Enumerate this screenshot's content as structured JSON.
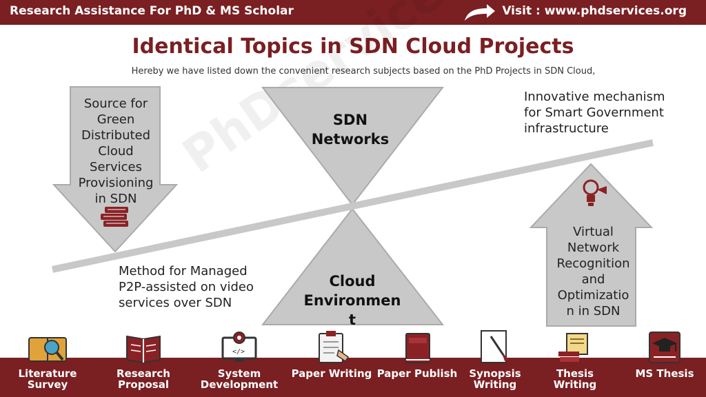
{
  "header": {
    "left_text": "Research Assistance For PhD & MS Scholar",
    "right_text": "Visit : www.phdservices.org"
  },
  "page": {
    "title": "Identical Topics in SDN Cloud Projects",
    "subtitle": "Hereby we have listed down the convenient research subjects based on the PhD Projects in SDN Cloud,"
  },
  "diagram": {
    "top_triangle": "SDN Networks",
    "bottom_triangle": "Cloud Environmen t",
    "down_arrow_text": "Source for Green Distributed Cloud Services Provisioning in SDN",
    "up_arrow_text": "Virtual Network Recognition and Optimizatio n in SDN",
    "top_right_text": "Innovative mechanism for Smart Government infrastructure",
    "bottom_left_text": "Method for Managed P2P-assisted on video services over SDN"
  },
  "watermark": "PhDservices.org",
  "footer": {
    "items": [
      {
        "label": "Literature Survey",
        "icon": "magnifier-book-icon"
      },
      {
        "label": "Research Proposal",
        "icon": "open-book-icon"
      },
      {
        "label": "System Development",
        "icon": "monitor-gear-icon"
      },
      {
        "label": "Paper Writing",
        "icon": "clipboard-hand-icon"
      },
      {
        "label": "Paper Publish",
        "icon": "closed-book-icon"
      },
      {
        "label": "Synopsis Writing",
        "icon": "pen-paper-icon"
      },
      {
        "label": "Thesis Writing",
        "icon": "scroll-books-icon"
      },
      {
        "label": "MS Thesis",
        "icon": "graduation-cap-icon"
      }
    ]
  },
  "colors": {
    "brand": "#7a1f22",
    "shape_gray": "#c8c8c8",
    "text_dark": "#222222"
  }
}
